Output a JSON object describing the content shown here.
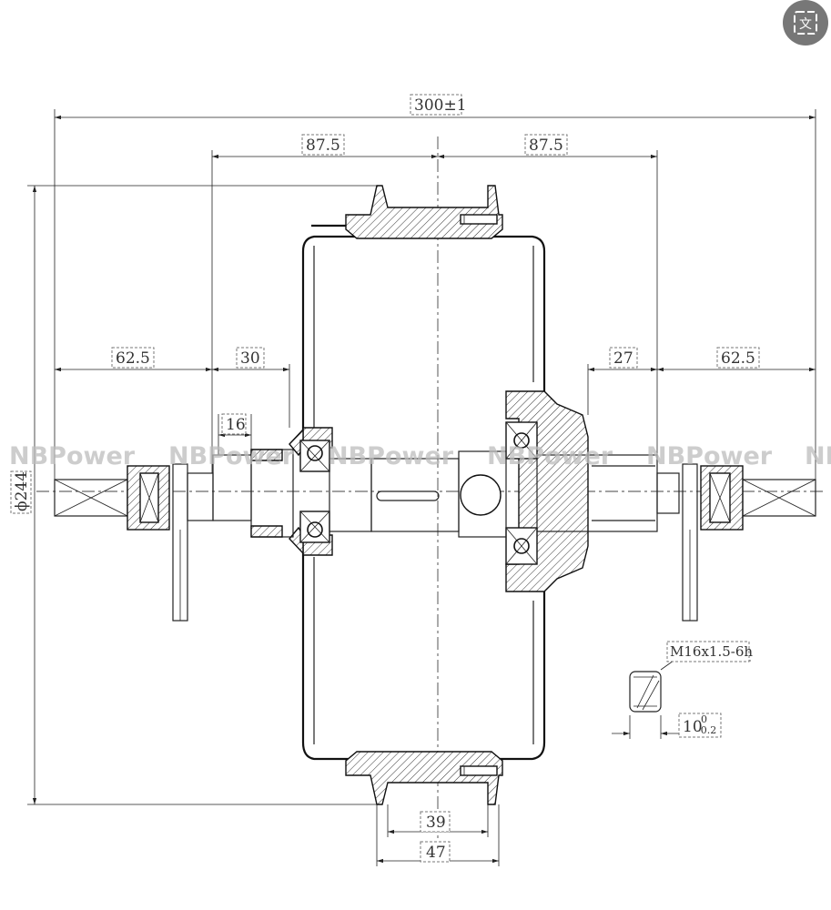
{
  "watermark": {
    "text": "NBPower",
    "partial": "NI"
  },
  "translate_button": {
    "icon": "translate-icon",
    "glyph": "文"
  },
  "dimensions": {
    "overall_width": "300±1",
    "left_half": "87.5",
    "right_half": "87.5",
    "left_axle": "62.5",
    "left_inner": "30",
    "left_step": "16",
    "right_inner": "27",
    "right_axle": "62.5",
    "diameter": "ϕ244",
    "thread": "M16x1.5-6h",
    "flat_main": "10",
    "flat_upper_tol": "0",
    "flat_lower_tol": "-0.2",
    "rim_inner": "39",
    "rim_outer": "47"
  },
  "colors": {
    "line": "#222222",
    "watermark": "#bdbdbd",
    "button_bg": "#777777"
  }
}
